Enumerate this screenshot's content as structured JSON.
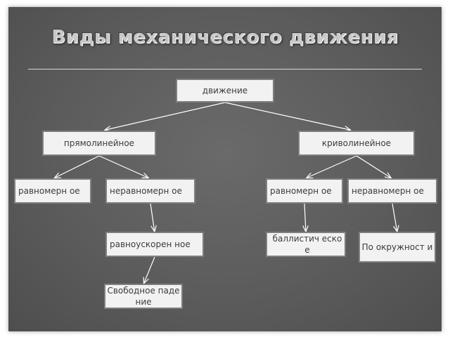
{
  "slide": {
    "title": "Виды механического движения"
  },
  "diagram": {
    "nodes": [
      {
        "id": "motion",
        "label": "движение"
      },
      {
        "id": "rectilinear",
        "label": "прямолинейное"
      },
      {
        "id": "curvilinear",
        "label": "криволинейное"
      },
      {
        "id": "rect-uniform",
        "label": "равномерн ое"
      },
      {
        "id": "rect-nonuniform",
        "label": "неравномерн ое"
      },
      {
        "id": "curv-uniform",
        "label": "равномерн ое"
      },
      {
        "id": "curv-nonuniform",
        "label": "неравномерн ое"
      },
      {
        "id": "accelerated",
        "label": "равноускорен ное"
      },
      {
        "id": "ballistic",
        "label": "баллистич еское"
      },
      {
        "id": "circular",
        "label": "По окружност и"
      },
      {
        "id": "free-fall",
        "label": "Свободное падение"
      }
    ],
    "edges": [
      {
        "from": "motion",
        "to": "rectilinear"
      },
      {
        "from": "motion",
        "to": "curvilinear"
      },
      {
        "from": "rectilinear",
        "to": "rect-uniform"
      },
      {
        "from": "rectilinear",
        "to": "rect-nonuniform"
      },
      {
        "from": "curvilinear",
        "to": "curv-uniform"
      },
      {
        "from": "curvilinear",
        "to": "curv-nonuniform"
      },
      {
        "from": "rect-nonuniform",
        "to": "accelerated"
      },
      {
        "from": "curv-uniform",
        "to": "ballistic"
      },
      {
        "from": "curv-nonuniform",
        "to": "circular"
      },
      {
        "from": "accelerated",
        "to": "free-fall"
      }
    ]
  }
}
